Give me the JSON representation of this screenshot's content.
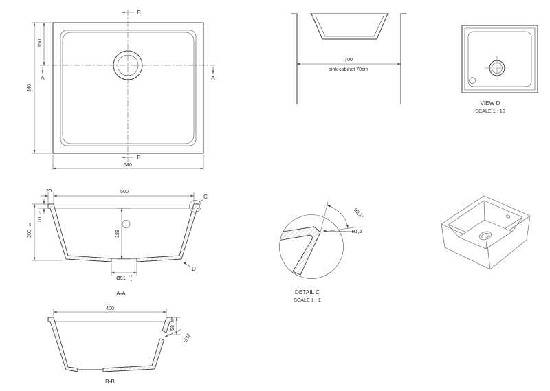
{
  "meta": {
    "background": "#ffffff",
    "line_color": "#3d3d3d",
    "drawing_type": "sink technical drawing"
  },
  "plan": {
    "dim_width": "540",
    "dim_height": "440",
    "dim_drain_from_top": "150",
    "section_a_left": "A",
    "section_a_right": "A",
    "section_b_top": "B",
    "section_b_bottom": "B"
  },
  "front": {
    "dim_width": "700",
    "caption": "sink cabinet 70cm"
  },
  "view_d": {
    "title": "VIEW D",
    "scale": "SCALE 1 : 10"
  },
  "section_aa": {
    "title": "A-A",
    "dim_rim": "20",
    "dim_opening": "500",
    "dim_rim_thickness": "10",
    "dim_rim_thickness_tol": "±2",
    "dim_depth": "200",
    "dim_depth_tol": "±2",
    "dim_inner_depth": "188",
    "dim_drain": "Ø91",
    "dim_drain_tol_upper": "+2",
    "dim_drain_tol_lower": "-1",
    "detail_c_label": "C",
    "detail_d_label": "D"
  },
  "detail_c": {
    "title": "DETAIL C",
    "scale": "SCALE 1 : 1",
    "angle": "90,5°",
    "radius": "R1,5"
  },
  "section_bb": {
    "title": "B-B",
    "dim_bottom_width": "400",
    "dim_overflow_depth": "58",
    "dim_overflow_depth_tol": "±1",
    "dim_overflow": "Ø32"
  }
}
